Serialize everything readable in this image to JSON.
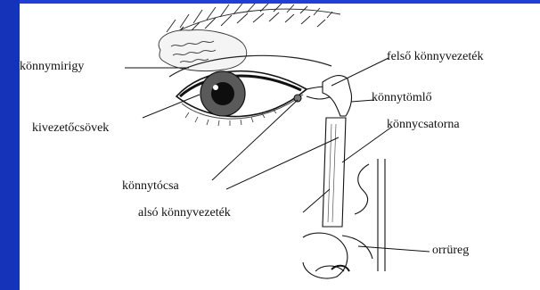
{
  "labels": {
    "konnymirigy": "könnymirigy",
    "kivezetocsovek": "kivezetőcsövek",
    "konnytocsa": "könnytócsa",
    "also_konnyvezetek": "alsó könnyvezeték",
    "felso_konnyvezetek": "felső könnyvezeték",
    "konnytomlo": "könnytömlő",
    "konnycsatorna": "könnycsatorna",
    "orrureg": "orrüreg"
  },
  "colors": {
    "background": "#1f3fd6",
    "left_bar": "#1533b8",
    "figure_bg": "#ffffff",
    "ink": "#111111"
  }
}
